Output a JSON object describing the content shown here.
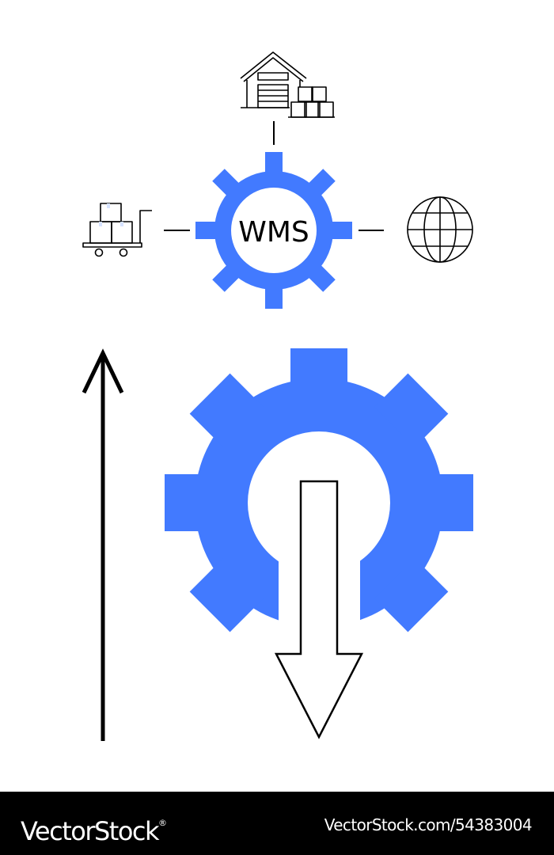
{
  "diagram": {
    "hub_label": "WMS",
    "colors": {
      "gear": "#427aff",
      "line": "#000000",
      "background": "#ffffff",
      "box_tape": "#d7e3ff"
    },
    "icons": {
      "top": "warehouse-icon",
      "left": "hand-truck-icon",
      "right": "globe-icon",
      "big_gear": "gear-icon",
      "up_arrow": "arrow-up-icon",
      "down_arrow": "arrow-down-icon"
    }
  },
  "footer": {
    "brand": "VectorStock",
    "registered_mark": "®",
    "stock_id": "VectorStock.com/54383004"
  }
}
